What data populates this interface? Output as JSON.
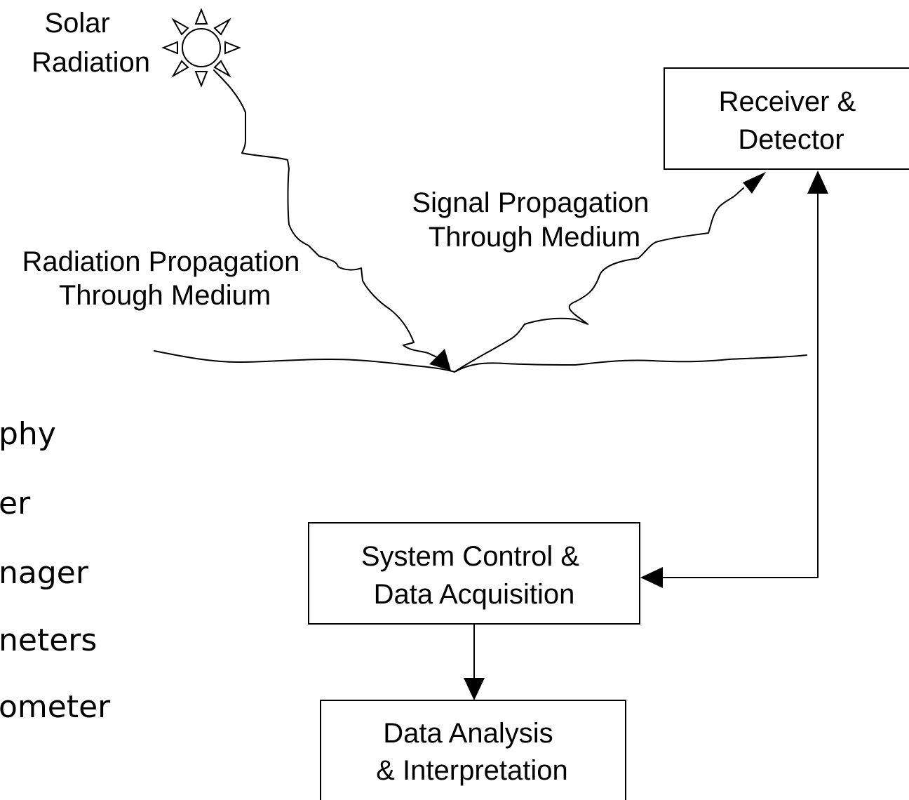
{
  "diagram": {
    "source": {
      "line1": "Solar",
      "line2": "Radiation"
    },
    "receiver": {
      "line1": "Receiver &",
      "line2": "Detector"
    },
    "signal_path": {
      "line1": "Signal Propagation",
      "line2": "Through Medium"
    },
    "radiation_path": {
      "line1": "Radiation Propagation",
      "line2": "Through Medium"
    },
    "control": {
      "line1": "System Control &",
      "line2": "Data Acquisition"
    },
    "analysis": {
      "line1": "Data Analysis",
      "line2": "& Interpretation"
    }
  },
  "side_list": [
    "phy",
    "er",
    "nager",
    "neters",
    "ometer"
  ]
}
